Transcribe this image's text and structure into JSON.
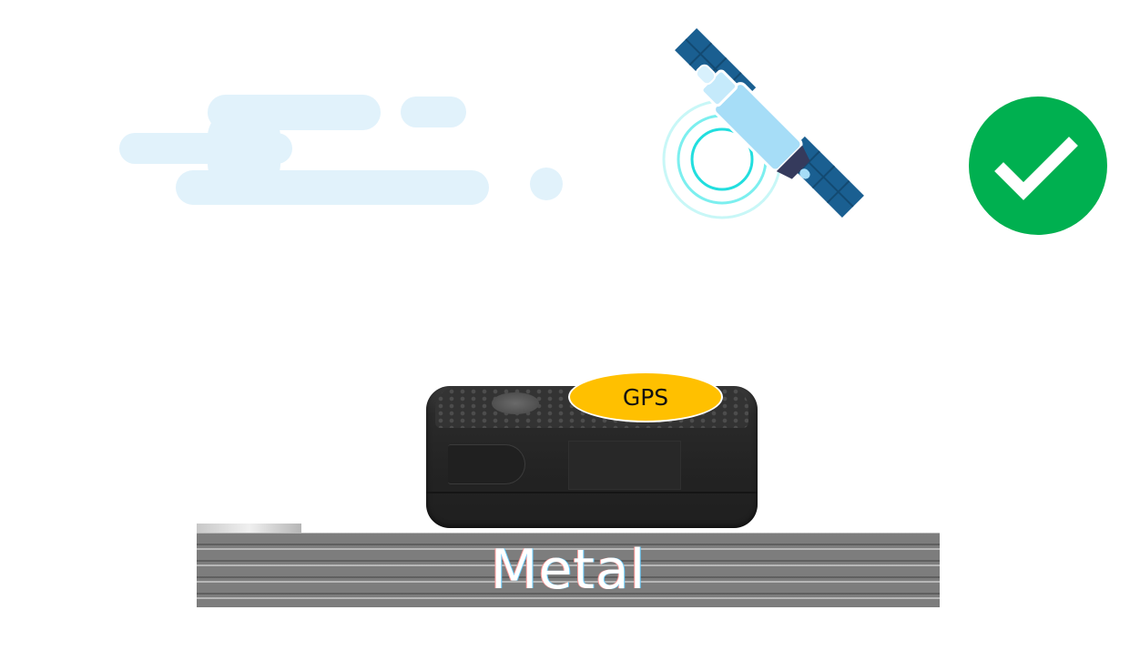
{
  "scene": {
    "description": "GPS tracker placed on metal surface with clear satellite reception",
    "colors": {
      "background": "#ffffff",
      "cloud": "#e1f2fb",
      "solar_panel": "#1a5f91",
      "satellite_body": "#a6ddf7",
      "signal_rings": "#3fe8e8",
      "check_circle": "#00b050",
      "gps_label": "#ffc000",
      "device": "#262626",
      "metal": "#7d7d7d"
    }
  },
  "labels": {
    "gps": "GPS",
    "surface": "Metal"
  },
  "icons": {
    "cloud": "cloud-icon",
    "satellite": "satellite-icon",
    "status": "check-circle-icon",
    "device": "gps-tracker-device"
  },
  "status": {
    "signal_ok": true
  }
}
